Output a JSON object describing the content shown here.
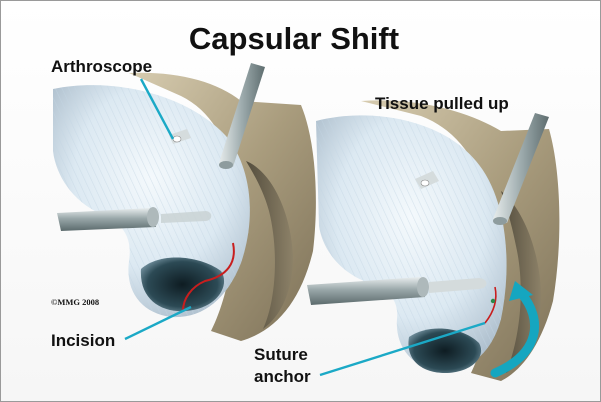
{
  "title": "Capsular Shift",
  "labels": {
    "arthroscope": "Arthroscope",
    "tissue_pulled_up": "Tissue pulled up",
    "incision": "Incision",
    "suture": "Suture",
    "anchor": "anchor"
  },
  "copyright": "©MMG 2008",
  "colors": {
    "leader_line": "#1ba9c6",
    "arrow": "#15a6c0",
    "incision_line": "#c81e1e",
    "capsule": "#e6f0f7",
    "bone": "#b7ab8c"
  }
}
